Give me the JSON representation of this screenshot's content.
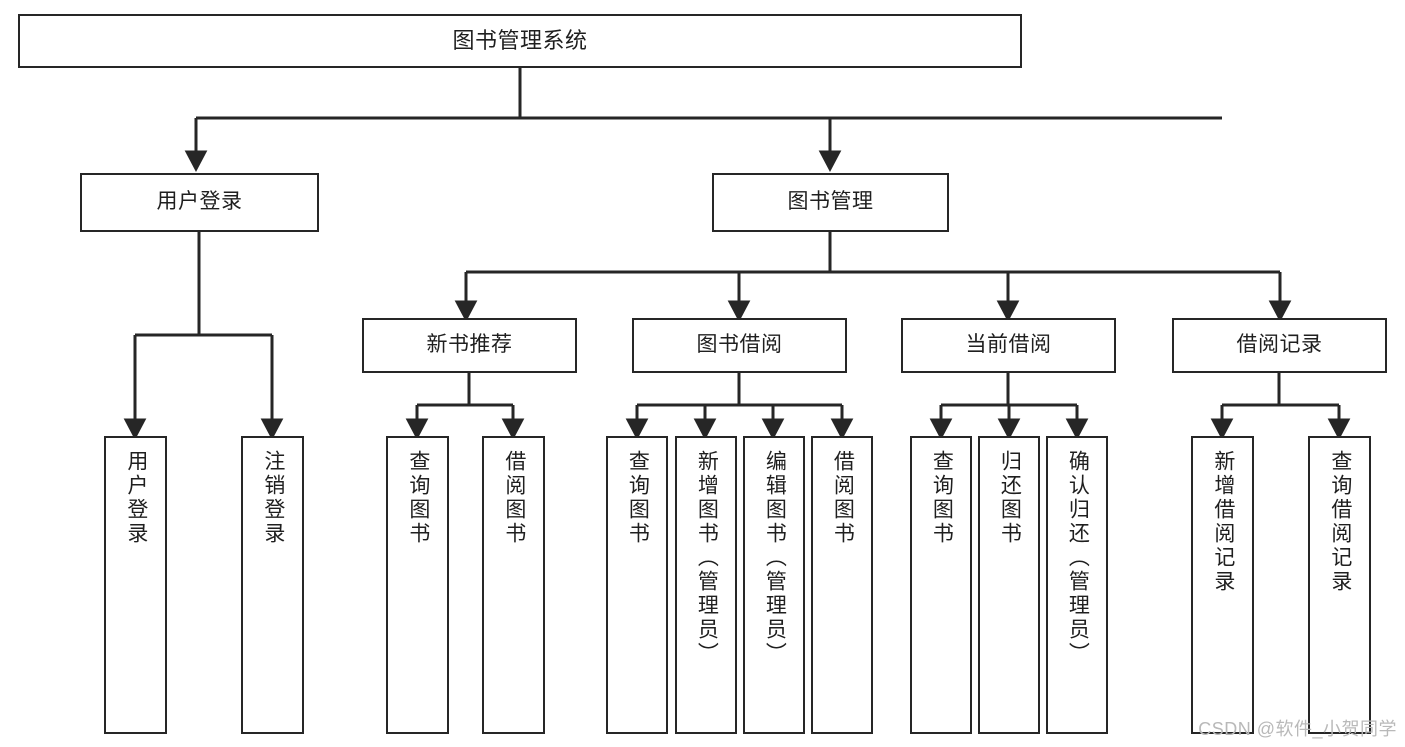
{
  "diagram": {
    "kind": "tree-hierarchy",
    "title": "图书管理系统",
    "stroke_color": "#262626",
    "fill_color": "#ffffff",
    "text_color": "#1f1f1f",
    "root": {
      "label": "图书管理系统"
    },
    "level2": [
      {
        "label": "用户登录"
      },
      {
        "label": "图书管理"
      }
    ],
    "level3": [
      {
        "label": "新书推荐"
      },
      {
        "label": "图书借阅"
      },
      {
        "label": "当前借阅"
      },
      {
        "label": "借阅记录"
      }
    ],
    "leaves": {
      "user_login": [
        {
          "label": "用户登录"
        },
        {
          "label": "注销登录"
        }
      ],
      "new_book_recommend": [
        {
          "label": "查询图书"
        },
        {
          "label": "借阅图书"
        }
      ],
      "book_borrow": [
        {
          "label": "查询图书"
        },
        {
          "label": "新增图书（管理员）"
        },
        {
          "label": "编辑图书（管理员）"
        },
        {
          "label": "借阅图书"
        }
      ],
      "current_borrow": [
        {
          "label": "查询图书"
        },
        {
          "label": "归还图书"
        },
        {
          "label": "确认归还（管理员）"
        }
      ],
      "borrow_record": [
        {
          "label": "新增借阅记录"
        },
        {
          "label": "查询借阅记录"
        }
      ]
    }
  },
  "watermark": {
    "text": "CSDN @软件_小贺同学"
  }
}
